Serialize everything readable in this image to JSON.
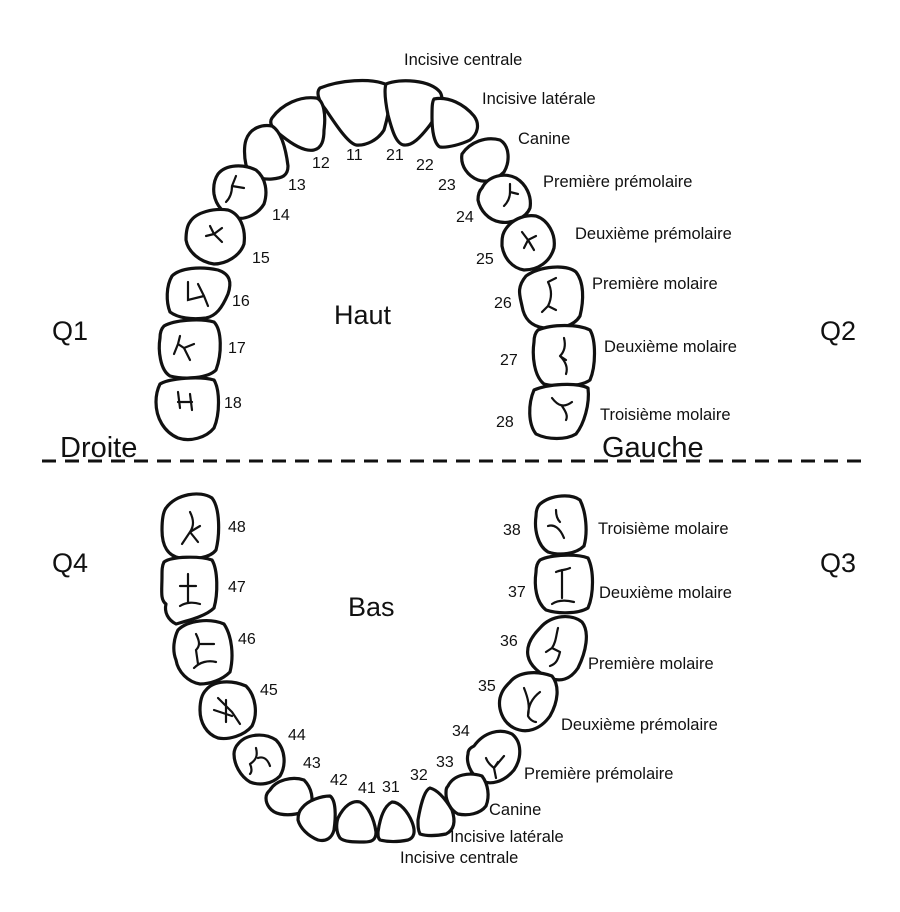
{
  "title": "Numérotation dentaire",
  "arches": {
    "upper_label": "Haut",
    "lower_label": "Bas"
  },
  "sides": {
    "right": "Droite",
    "left": "Gauche"
  },
  "quadrants": {
    "q1": "Q1",
    "q2": "Q2",
    "q3": "Q3",
    "q4": "Q4"
  },
  "teeth": {
    "upper_right": [
      "11",
      "12",
      "13",
      "14",
      "15",
      "16",
      "17",
      "18"
    ],
    "upper_left": [
      "21",
      "22",
      "23",
      "24",
      "25",
      "26",
      "27",
      "28"
    ],
    "lower_left": [
      "31",
      "32",
      "33",
      "34",
      "35",
      "36",
      "37",
      "38"
    ],
    "lower_right": [
      "41",
      "42",
      "43",
      "44",
      "45",
      "46",
      "47",
      "48"
    ]
  },
  "tooth_names": {
    "upper": [
      "Incisive centrale",
      "Incisive latérale",
      "Canine",
      "Première prémolaire",
      "Deuxième prémolaire",
      "Première molaire",
      "Deuxième molaire",
      "Troisième molaire"
    ],
    "lower": [
      "Incisive centrale",
      "Incisive latérale",
      "Canine",
      "Première prémolaire",
      "Deuxième prémolaire",
      "Première molaire",
      "Deuxième molaire",
      "Troisième molaire"
    ]
  }
}
